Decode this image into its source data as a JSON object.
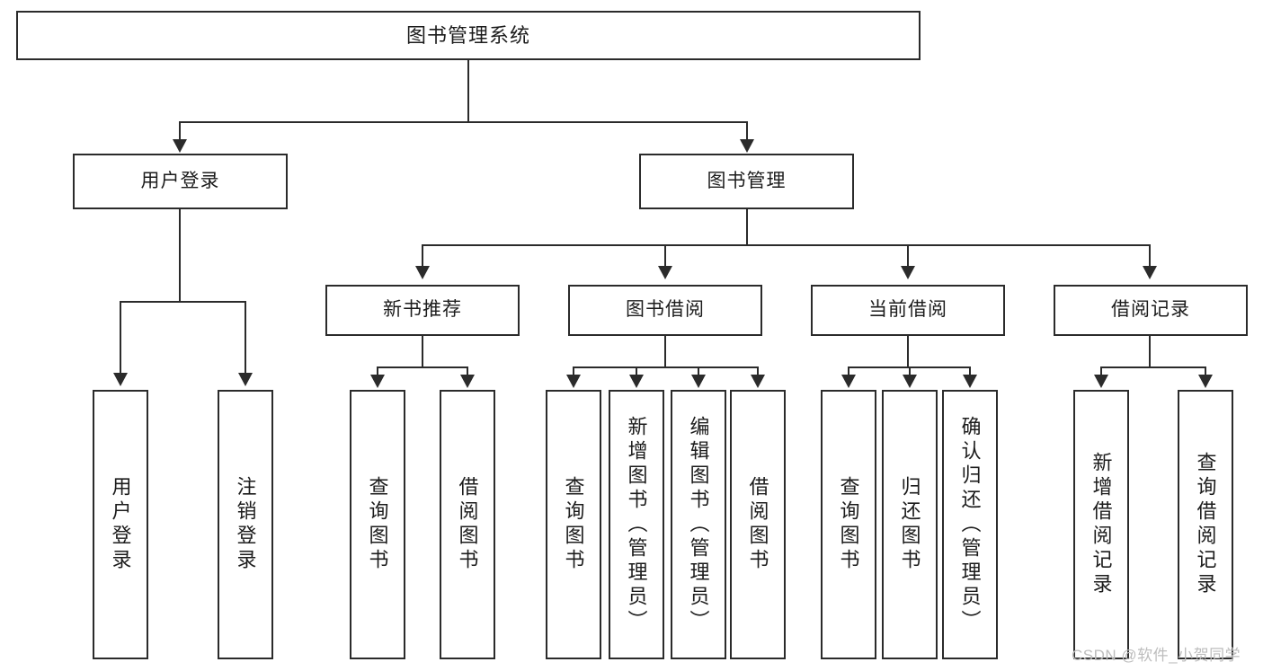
{
  "diagram": {
    "type": "tree-hierarchy",
    "title": "图书管理系统",
    "root": {
      "label": "图书管理系统"
    },
    "level2": [
      {
        "label": "用户登录"
      },
      {
        "label": "图书管理"
      }
    ],
    "level3": [
      {
        "label": "新书推荐"
      },
      {
        "label": "图书借阅"
      },
      {
        "label": "当前借阅"
      },
      {
        "label": "借阅记录"
      }
    ],
    "leaves": {
      "user_login": [
        {
          "label": "用户登录"
        },
        {
          "label": "注销登录"
        }
      ],
      "new_book_recommend": [
        {
          "label": "查询图书"
        },
        {
          "label": "借阅图书"
        }
      ],
      "book_borrow": [
        {
          "label": "查询图书"
        },
        {
          "label": "新增图书（管理员）"
        },
        {
          "label": "编辑图书（管理员）"
        },
        {
          "label": "借阅图书"
        }
      ],
      "current_borrow": [
        {
          "label": "查询图书"
        },
        {
          "label": "归还图书"
        },
        {
          "label": "确认归还（管理员）"
        }
      ],
      "borrow_record": [
        {
          "label": "新增借阅记录"
        },
        {
          "label": "查询借阅记录"
        }
      ]
    }
  },
  "watermark": {
    "text": "CSDN @软件_小贺同学"
  },
  "colors": {
    "stroke": "#2b2b2b",
    "background": "#ffffff",
    "text": "#1c1c1c",
    "watermark": "#bdbdbd"
  }
}
